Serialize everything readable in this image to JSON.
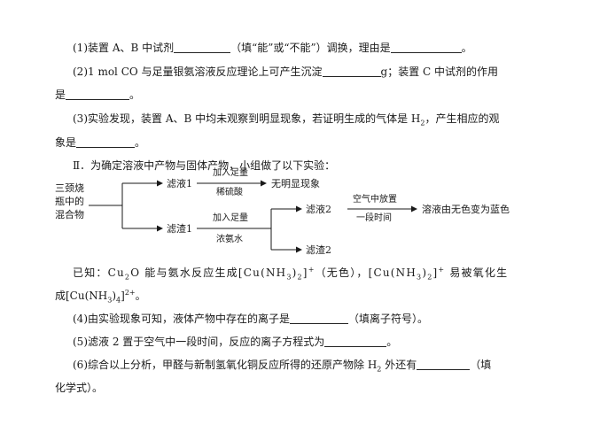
{
  "q1": {
    "part1": "(1)装置 A、B 中试剂",
    "part2": "（填“能”或“不能”）调换，理由是",
    "part3": "。"
  },
  "q2": {
    "part1": "(2)1 mol CO 与足量银氨溶液反应理论上可产生沉淀",
    "part2": "g；装置 C 中试剂的作用",
    "line2_prefix": "是",
    "line2_suffix": "。"
  },
  "q3": {
    "line1_part1": "(3)实验发现，装置 A、B 中均未观察到明显现象，若证明生成的气体是 H",
    "line1_sub": "2",
    "line1_part2": "，产生相应的观",
    "line2_prefix": "象是",
    "line2_suffix": "。"
  },
  "section2": {
    "heading": "Ⅱ．为确定溶液中产物与固体产物，小组做了以下实验："
  },
  "flowchart": {
    "source_line1": "三颈烧",
    "source_line2": "瓶中的",
    "source_line3": "混合物",
    "filtrate1": "滤液1",
    "reagent_top1": "加入足量",
    "reagent_top2": "稀硫酸",
    "result_top": "无明显现象",
    "residue1": "滤渣1",
    "reagent_bottom1": "加入足量",
    "reagent_bottom2": "浓氨水",
    "filtrate2": "滤液2",
    "air_line1": "空气中放置",
    "air_line2": "一段时间",
    "result_color": "溶液由无色变为蓝色",
    "residue2": "滤渣2"
  },
  "known": {
    "line1_a": "已知：Cu",
    "line1_sub_a": "2",
    "line1_b": "O 能与氨水反应生成[Cu(NH",
    "line1_sub_b": "3",
    "line1_c": ")",
    "line1_sub_c": "2",
    "line1_d": "]",
    "line1_sup_d": "+",
    "line1_e": "（无色），[Cu(NH",
    "line1_sub_e": "3",
    "line1_f": ")",
    "line1_sub_f": "2",
    "line1_g": "]",
    "line1_sup_g": "+",
    "line1_h": " 易被氧化生",
    "line2_a": "成[Cu(NH",
    "line2_sub_a": "3",
    "line2_b": ")",
    "line2_sub_b": "4",
    "line2_c": "]",
    "line2_sup_c": "2+",
    "line2_d": "。"
  },
  "q4": {
    "part1": "(4)由实验现象可知，液体产物中存在的离子是",
    "part2": "（填离子符号）。"
  },
  "q5": {
    "part1": "(5)滤液 2 置于空气中一段时间，反应的离子方程式为",
    "part2": "。"
  },
  "q6": {
    "part1": "(6)综合以上分析，甲醛与新制氢氧化铜反应所得的还原产物除 H",
    "sub": "2",
    "part2": " 外还有",
    "part3": "（填",
    "line2": "化学式）。"
  }
}
